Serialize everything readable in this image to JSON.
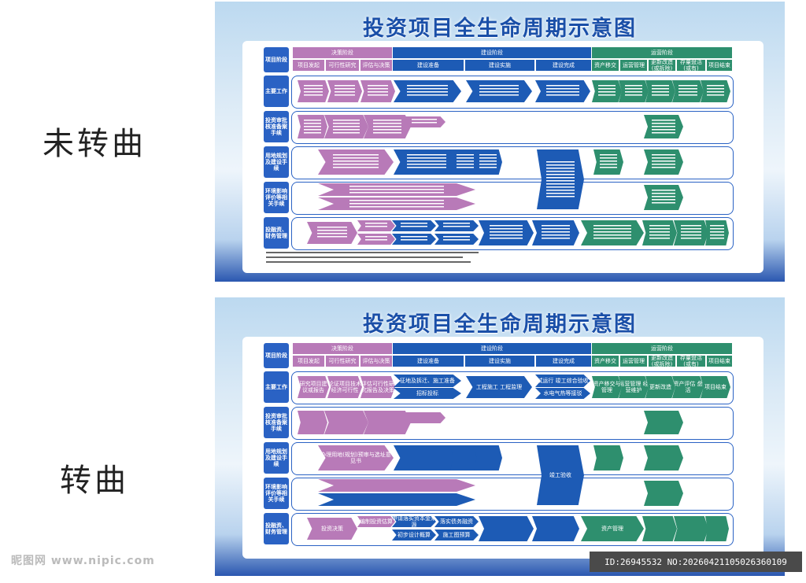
{
  "labels": {
    "top": "未转曲",
    "bottom": "转曲"
  },
  "title": "投资项目全生命周期示意图",
  "header": {
    "project_stage": "项目阶段",
    "phases": [
      "决策阶段",
      "建设阶段",
      "运营阶段"
    ],
    "sub_decision": [
      "项目发起",
      "可行性研究",
      "评估与决策"
    ],
    "sub_build": [
      "建设准备",
      "建设实施",
      "建设完成"
    ],
    "sub_ops": [
      "资产移交",
      "运营管理",
      "更新改造(或拆除)",
      "存量盘活(或有)",
      "项目结束"
    ]
  },
  "rows": [
    "主要工作",
    "投资审批核准备案手续",
    "用地规划及建设手续",
    "环境影响评价等相关手续",
    "投融资、财务管理"
  ],
  "bottom_cells": {
    "r1": [
      "研究项目建议或报告",
      "论证项目技术经济可行性",
      "评估可行性研究报告及决策",
      "征地及拆迁、施工准备",
      "招标投标",
      "工程施工 工程监理",
      "试运行 竣工综合验收",
      "水电气热等接驳",
      "资产移交与管理",
      "运营管理 经营维护",
      "更新改造",
      "资产评估 盘活",
      "项目结束"
    ],
    "r3": [
      "办理用地(规划)预审与选址意见书",
      "竣工验收"
    ],
    "r5": [
      "投资决策",
      "编制投资估算",
      "申请落实资本金来源",
      "落实债务融资",
      "初步设计概算",
      "施工图预算",
      "资产管理"
    ]
  },
  "watermark": {
    "site": "昵图网 www.nipic.com",
    "id": "ID:26945532 NO:20260421105026360109"
  },
  "colors": {
    "decision": "#b87ab8",
    "build": "#1d5bb5",
    "ops": "#2e8f6e",
    "title": "#1a4fa8"
  }
}
